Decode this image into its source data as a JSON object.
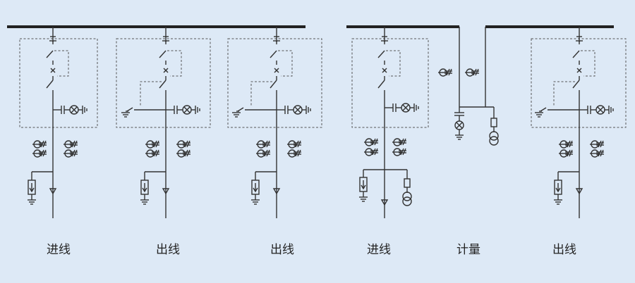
{
  "colors": {
    "background": "#dde9f6",
    "line": "#333333",
    "busbar": "#222222"
  },
  "labels": [
    "进线",
    "出线",
    "出线",
    "进线",
    "计量",
    "出线"
  ],
  "icons": [
    "disconnector-switch-icon",
    "circuit-breaker-icon",
    "earthing-switch-icon",
    "live-indicator-lamp-icon",
    "current-transformer-icon",
    "surge-arrester-icon",
    "voltage-transformer-icon",
    "fuse-icon",
    "ground-icon",
    "cable-termination-icon"
  ]
}
